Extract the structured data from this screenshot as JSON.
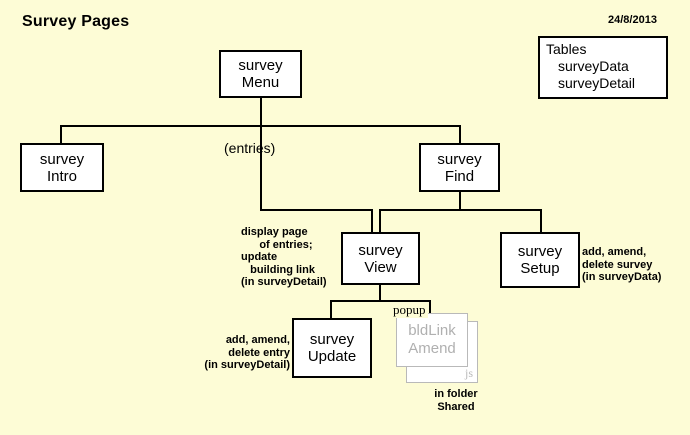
{
  "page": {
    "title": "Survey Pages",
    "date": "24/8/2013",
    "background_color": "#FDFCD6"
  },
  "tables_box": {
    "heading": "Tables",
    "items": [
      "surveyData",
      "surveyDetail"
    ]
  },
  "nodes": {
    "survey_menu": {
      "line1": "survey",
      "line2": "Menu"
    },
    "survey_intro": {
      "line1": "survey",
      "line2": "Intro"
    },
    "survey_find": {
      "line1": "survey",
      "line2": "Find"
    },
    "survey_view": {
      "line1": "survey",
      "line2": "View"
    },
    "survey_setup": {
      "line1": "survey",
      "line2": "Setup"
    },
    "survey_update": {
      "line1": "survey",
      "line2": "Update"
    },
    "bldlink_amend": {
      "line1": "bldLink",
      "line2": "Amend",
      "corner": "js"
    }
  },
  "labels": {
    "entries": "(entries)",
    "popup": "popup",
    "view_note": "display page\n      of entries;\nupdate\n   building link\n(in surveyDetail)",
    "setup_note": "add, amend,\ndelete survey\n(in surveyData)",
    "update_note": "add, amend,\ndelete entry\n(in surveyDetail)",
    "folder_note": "in folder\nShared"
  }
}
